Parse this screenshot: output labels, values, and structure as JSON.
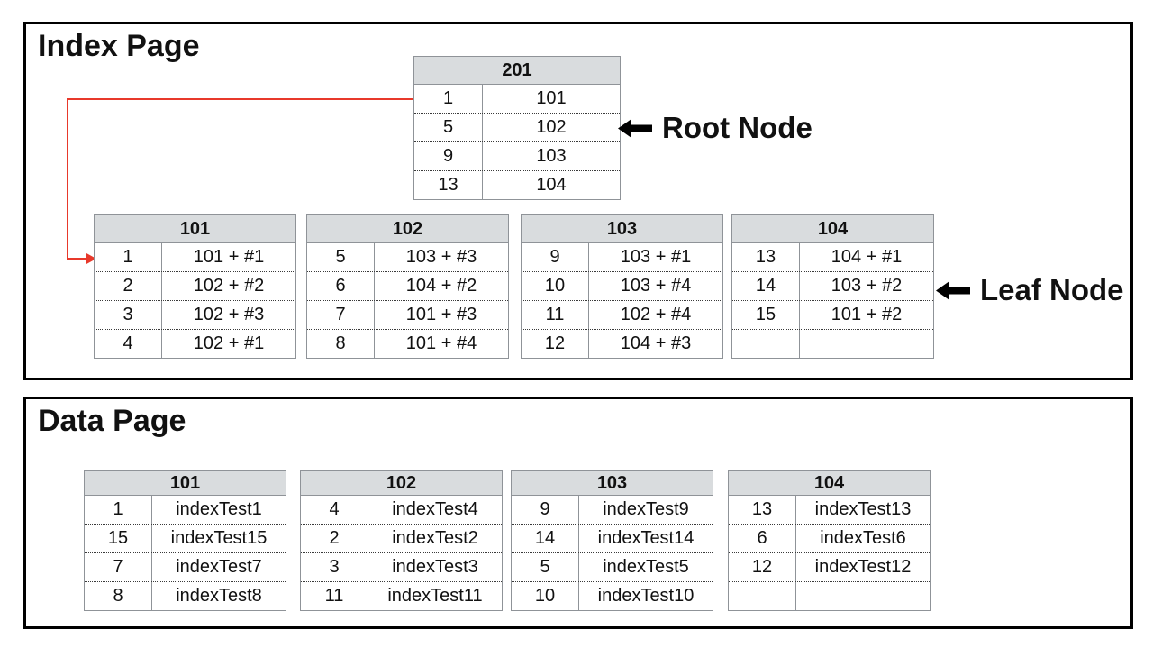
{
  "theme": {
    "accent_red": "#e8392b",
    "header_bg": "#d9dcde",
    "table_border": "#8f9398",
    "frame_border": "#000000"
  },
  "index_page": {
    "title": "Index Page",
    "root_label": "Root Node",
    "leaf_label": "Leaf Node",
    "root_node": {
      "title": "201",
      "rows": [
        [
          "1",
          "101"
        ],
        [
          "5",
          "102"
        ],
        [
          "9",
          "103"
        ],
        [
          "13",
          "104"
        ]
      ]
    },
    "leaf_nodes": [
      {
        "title": "101",
        "rows": [
          [
            "1",
            "101 + #1"
          ],
          [
            "2",
            "102 + #2"
          ],
          [
            "3",
            "102 + #3"
          ],
          [
            "4",
            "102 + #1"
          ]
        ]
      },
      {
        "title": "102",
        "rows": [
          [
            "5",
            "103 + #3"
          ],
          [
            "6",
            "104 + #2"
          ],
          [
            "7",
            "101 + #3"
          ],
          [
            "8",
            "101 + #4"
          ]
        ]
      },
      {
        "title": "103",
        "rows": [
          [
            "9",
            "103 + #1"
          ],
          [
            "10",
            "103 + #4"
          ],
          [
            "11",
            "102 + #4"
          ],
          [
            "12",
            "104 + #3"
          ]
        ]
      },
      {
        "title": "104",
        "rows": [
          [
            "13",
            "104 + #1"
          ],
          [
            "14",
            "103 + #2"
          ],
          [
            "15",
            "101 + #2"
          ],
          [
            "",
            ""
          ]
        ]
      }
    ]
  },
  "data_page": {
    "title": "Data Page",
    "tables": [
      {
        "title": "101",
        "rows": [
          [
            "1",
            "indexTest1"
          ],
          [
            "15",
            "indexTest15"
          ],
          [
            "7",
            "indexTest7"
          ],
          [
            "8",
            "indexTest8"
          ]
        ]
      },
      {
        "title": "102",
        "rows": [
          [
            "4",
            "indexTest4"
          ],
          [
            "2",
            "indexTest2"
          ],
          [
            "3",
            "indexTest3"
          ],
          [
            "11",
            "indexTest11"
          ]
        ]
      },
      {
        "title": "103",
        "rows": [
          [
            "9",
            "indexTest9"
          ],
          [
            "14",
            "indexTest14"
          ],
          [
            "5",
            "indexTest5"
          ],
          [
            "10",
            "indexTest10"
          ]
        ]
      },
      {
        "title": "104",
        "rows": [
          [
            "13",
            "indexTest13"
          ],
          [
            "6",
            "indexTest6"
          ],
          [
            "12",
            "indexTest12"
          ],
          [
            "",
            ""
          ]
        ]
      }
    ]
  }
}
